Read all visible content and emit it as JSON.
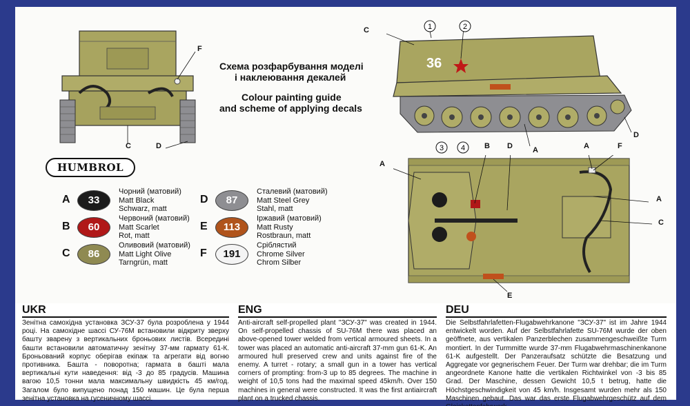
{
  "captions": {
    "ukr_line1": "Схема розфарбування моделі",
    "ukr_line2": "і наклеювання декалей",
    "eng_line1": "Colour painting guide",
    "eng_line2": "and scheme of applying decals"
  },
  "humbrol_label": "HUMBROL",
  "paints": [
    {
      "letter": "A",
      "code": "33",
      "ukr": "Чорний (матовий)",
      "eng": "Matt Black",
      "deu": "Schwarz, matt",
      "color": "#1c1c1c",
      "text_color": "#ffffff"
    },
    {
      "letter": "B",
      "code": "60",
      "ukr": "Червоний (матовий)",
      "eng": "Matt Scarlet",
      "deu": "Rot, matt",
      "color": "#b01818",
      "text_color": "#ffffff"
    },
    {
      "letter": "C",
      "code": "86",
      "ukr": "Оливовий (матовий)",
      "eng": "Matt Light Olive",
      "deu": "Tarngrün, matt",
      "color": "#8f8a52",
      "text_color": "#ffffff"
    },
    {
      "letter": "D",
      "code": "87",
      "ukr": "Сталевий (матовий)",
      "eng": "Matt Steel Grey",
      "deu": "Stahl, matt",
      "color": "#8e8e92",
      "text_color": "#ffffff"
    },
    {
      "letter": "E",
      "code": "113",
      "ukr": "Іржавий (матовий)",
      "eng": "Matt Rusty",
      "deu": "Rostbraun, matt",
      "color": "#b0541c",
      "text_color": "#ffffff"
    },
    {
      "letter": "F",
      "code": "191",
      "ukr": "Сріблястий",
      "eng": "Chrome Silver",
      "deu": "Chrom Silber",
      "color": "#f4f4f4",
      "text_color": "#111111"
    }
  ],
  "callouts": {
    "front_c": "C",
    "front_d": "D",
    "front_f": "F",
    "side_c": "C",
    "side_d": "D",
    "side_a": "A",
    "decal_1": "1",
    "decal_2": "2",
    "top_a_left": "A",
    "top_a_right": "A",
    "top_a_top": "A",
    "top_b": "B",
    "top_d": "D",
    "top_f": "F",
    "top_c": "C",
    "top_e": "E",
    "decal_3": "3",
    "decal_4": "4",
    "tank_number": "36"
  },
  "sections": [
    {
      "lang": "UKR",
      "text": "Зенітна самохідна установка ЗСУ-37 була розроблена у 1944 році. На самохідне шассі СУ-76М встановили відкриту зверху башту зварену з вертикальних броньових листів. Всередині башти встановили автоматичну зенітну 37-мм гармату 61-К. Броньований корпус оберігав екіпаж та агрегати від вогню противника. Башта - поворотна; гармата в башті мала вертикальні кути наведення: від -3 до 85 градусів. Машина вагою 10,5 тонни мала максимальну швидкість 45 км/год. Загалом було випущено понад 150 машин. Це була перша зенітна установка на гусеничному шассі."
    },
    {
      "lang": "ENG",
      "text": "Anti-aircraft self-propelled plant \"ЗСУ-37\" was created in 1944. On self-propelled chassis of SU-76M there was placed an above-opened tower welded from vertical armoured sheets. In a tower was placed an automatic anti-aircraft 37-mm gun 61-K. An armoured hull preserved crew and units against fire of the enemy. A turret - rotary; a small gun in a tower has vertical corners of prompting: from-3 up to 85 degrees. The machine in weight of 10,5 tons had the maximal speed 45km/h. Over 150 machines in general were constructed. It was the first antiaircraft plant on a trucked chassis."
    },
    {
      "lang": "DEU",
      "text": "Die Selbstfahrlafetten-Flugabwehrkanone \"ЗСУ-37\" ist im Jahre 1944 entwickelt worden. Auf der Selbstfahrlafette SU-76M wurde der oben geöffnete, aus vertikalen Panzerblechen zusammengeschweißte Turm montiert. In der Turmmitte wurde 37-mm Flugabwehrmaschinenkanone 61-K aufgestellt. Der Panzeraufsatz schützte die Besatzung und Aggregate vor gegnerischem Feuer. Der Turm war drehbar; die im Turm angeordnete Kanone hatte die vertikalen Richtwinkel von -3 bis 85 Grad. Der Maschine, dessen Gewicht 10,5 t betrug, hatte die Höchstgeschwindigkeit von 45 km/h. Insgesamt wurden mehr als 150 Maschinen gebaut. Das war das erste Flugabwehrgeschütz auf dem Gleiskettenfahrwerk."
    }
  ]
}
